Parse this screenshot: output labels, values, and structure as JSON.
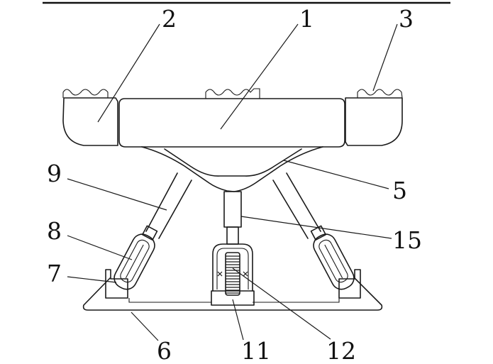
{
  "labels": {
    "n1": "1",
    "n2": "2",
    "n3": "3",
    "n5": "5",
    "n6": "6",
    "n7": "7",
    "n8": "8",
    "n9": "9",
    "n11": "11",
    "n12": "12",
    "n15": "15"
  }
}
